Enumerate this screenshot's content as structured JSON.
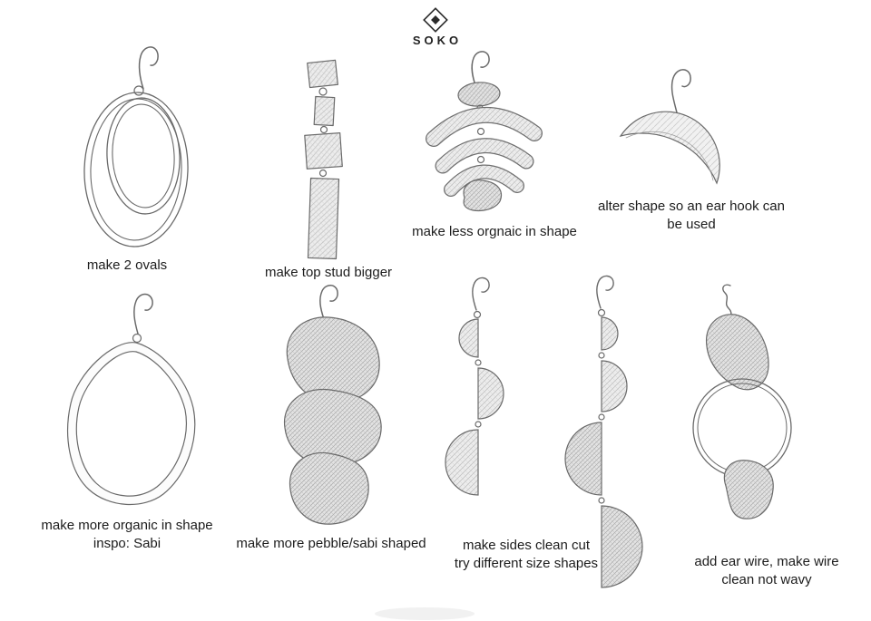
{
  "brand": {
    "name": "SOKO",
    "logo_icon": "diamond-outline"
  },
  "palette": {
    "paper": "#ffffff",
    "pencil": "#6a6a6a",
    "caption_text": "#1c1c1c",
    "logo": "#2b2b2b"
  },
  "figures": [
    "double-oval-hoop-earring",
    "stacked-squares-earring",
    "arc-fan-earring",
    "crescent-earring",
    "organic-hoop-earring",
    "pebble-stack-earring",
    "half-moon-drop-earring-small",
    "half-moon-drop-earring-large",
    "teardrop-ring-earring"
  ],
  "captions": [
    {
      "for": "double-oval-hoop-earring",
      "text": "make 2 ovals"
    },
    {
      "for": "stacked-squares-earring",
      "text": "make top stud bigger"
    },
    {
      "for": "arc-fan-earring",
      "text": "make less orgnaic in shape"
    },
    {
      "for": "crescent-earring",
      "text": "alter shape so an ear hook can\nbe used"
    },
    {
      "for": "organic-hoop-earring",
      "text": "make more organic in shape\ninspo: Sabi"
    },
    {
      "for": "pebble-stack-earring",
      "text": "make more pebble/sabi shaped"
    },
    {
      "for": "half-moon-drop-earrings",
      "text": "make sides clean cut\ntry different size shapes"
    },
    {
      "for": "teardrop-ring-earring",
      "text": "add ear wire, make wire\nclean not wavy"
    }
  ]
}
